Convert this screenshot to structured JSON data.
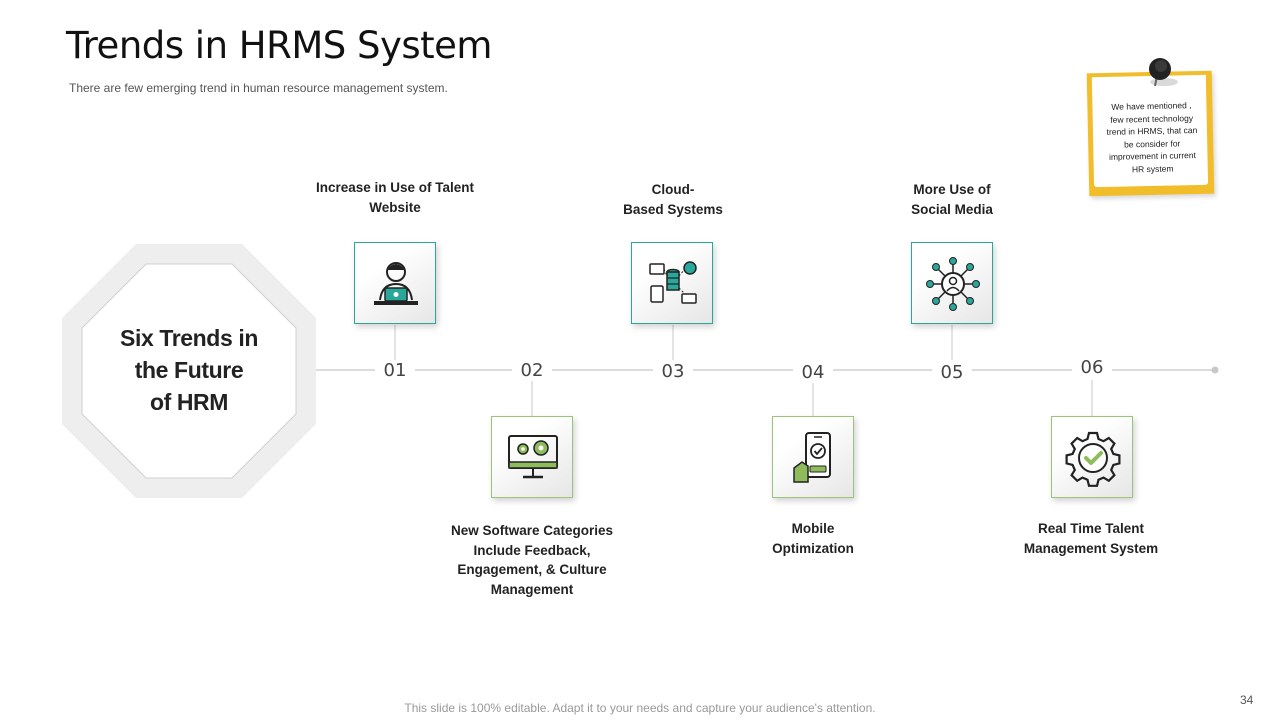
{
  "slide": {
    "title": "Trends in HRMS System",
    "subtitle": "There are few emerging trend in human resource management system.",
    "footer": "This slide is 100% editable. Adapt it to your needs and capture your audience's attention.",
    "page_number": "34"
  },
  "note": {
    "lines": [
      "We have mentioned ,",
      "few recent technology",
      "trend in HRMS, that can",
      "be consider for",
      "improvement in current",
      "HR system"
    ]
  },
  "hub": {
    "lines": [
      "Six Trends in",
      "the Future",
      "of HRM"
    ]
  },
  "trends": [
    {
      "number": "01",
      "label_lines": [
        "Increase in Use of Talent",
        "Website"
      ],
      "icon": "user-laptop-icon"
    },
    {
      "number": "02",
      "label_lines": [
        "New Software Categories",
        "Include Feedback,",
        "Engagement, & Culture",
        "Management"
      ],
      "icon": "monitor-gears-icon"
    },
    {
      "number": "03",
      "label_lines": [
        "Cloud-",
        "Based Systems"
      ],
      "icon": "cloud-database-icon"
    },
    {
      "number": "04",
      "label_lines": [
        "Mobile",
        "Optimization"
      ],
      "icon": "mobile-check-icon"
    },
    {
      "number": "05",
      "label_lines": [
        "More Use of",
        "Social Media"
      ],
      "icon": "social-network-icon"
    },
    {
      "number": "06",
      "label_lines": [
        "Real Time Talent",
        "Management System"
      ],
      "icon": "gear-check-icon"
    }
  ],
  "colors": {
    "teal": "#2aa79b",
    "green": "#8fbc5a",
    "note_yellow": "#f2bd2a"
  }
}
